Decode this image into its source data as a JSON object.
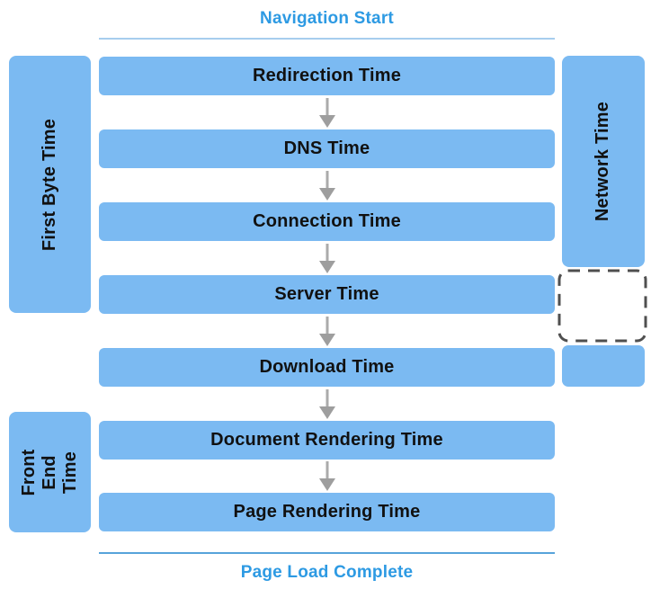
{
  "diagram": {
    "start_label": "Navigation Start",
    "end_label": "Page Load Complete",
    "steps": [
      "Redirection Time",
      "DNS Time",
      "Connection Time",
      "Server Time",
      "Download Time",
      "Document Rendering Time",
      "Page Rendering Time"
    ],
    "side_bars": [
      {
        "id": "first-byte-time",
        "label": "First Byte Time",
        "side": "left",
        "spans_steps": "Redirection Time → Server Time"
      },
      {
        "id": "network-time",
        "label": "Network Time",
        "side": "right",
        "spans_steps": "Redirection Time → Connection Time"
      },
      {
        "id": "front-end-time",
        "label": "Front End Time",
        "side": "left",
        "spans_steps": "Document Rendering Time → Page Rendering Time"
      }
    ],
    "dashed_placeholder": {
      "side": "right",
      "aligned_with": "Server Time",
      "label": ""
    },
    "solid_stub": {
      "side": "right",
      "aligned_with": "Download Time",
      "label": ""
    },
    "colors": {
      "box_fill": "#7bbaf2",
      "accent_text": "#2d9ae3",
      "arrow": "#a5a5a5",
      "dashed_border": "#4f4f4f",
      "divider_top": "#a7cdee",
      "divider_bottom": "#57a3da",
      "step_text": "#111111"
    }
  }
}
